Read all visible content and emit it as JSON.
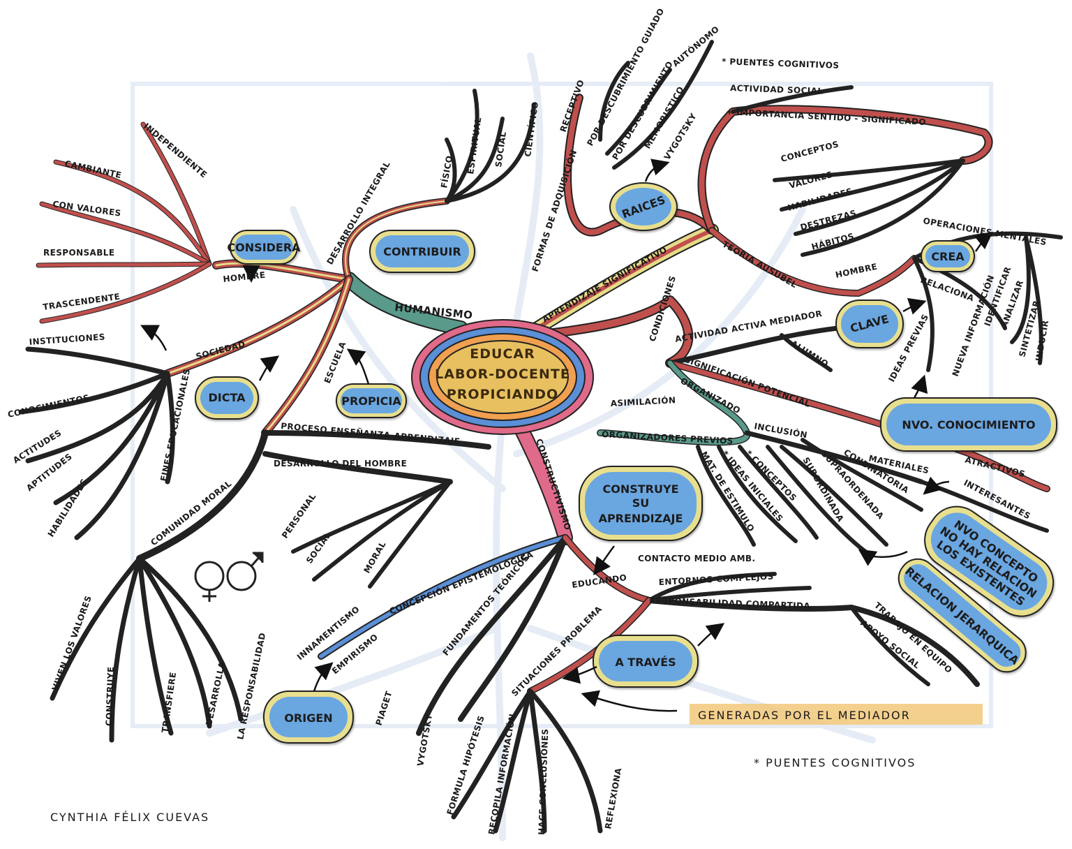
{
  "center": {
    "lines": [
      "EDUCAR",
      "LABOR-DOCENTE",
      "PROPICIANDO"
    ]
  },
  "clouds": {
    "considera": "CONSIDERA",
    "contribuir": "CONTRIBUIR",
    "dicta": "DICTA",
    "propicia": "PROPICIA",
    "raices": "RAICES",
    "crea": "CREA",
    "clave": "CLAVE",
    "nvo_conocimiento": "NVO. CONOCIMIENTO",
    "construye": [
      "CONSTRUYE",
      "SU",
      "APRENDIZAJE"
    ],
    "nvo_concepto": [
      "NVO CONCEPTO",
      "NO HAY RELACION",
      "LOS EXISTENTES"
    ],
    "relacion_jerarquica": "RELACION JERARQUICA",
    "a_traves": "A TRAVÉS",
    "origen": "ORIGEN"
  },
  "left": {
    "hombre": "HOMBRE",
    "humanismo": "HUMANISMO",
    "desarrollo_integral": "DESARROLLO INTEGRAL",
    "fisico": "FÍSICO",
    "espiritual": "ESPIRITUAL",
    "social": "SOCIAL",
    "cientifico": "CIENTÍFICO",
    "independiente": "INDEPENDIENTE",
    "cambiante": "CAMBIANTE",
    "con_valores": "CON VALORES",
    "responsable": "RESPONSABLE",
    "trascendente": "TRASCENDENTE",
    "sociedad": "SOCIEDAD",
    "instituciones": "INSTITUCIONES",
    "conocimientos": "CONOCIMIENTOS",
    "actitudes": "ACTITUDES",
    "aptitudes": "APTITUDES",
    "habilidades": "HABILIDADES",
    "fines": "FINES EDUCACIONALES",
    "escuela": "ESCUELA",
    "proceso": "PROCESO ENSEÑANZA-APRENDIZAJE",
    "desarrollo_hombre": "DESARROLLO DEL HOMBRE",
    "personal": "PERSONAL",
    "social2": "SOCIAL",
    "moral": "MORAL",
    "comunidad_moral": "COMUNIDAD MORAL",
    "viven": "VIVEN LOS VALORES",
    "construye": "CONSTRUYE",
    "transfiere": "TRANSFIERE",
    "desarrolla": "DESARROLLA",
    "la_responsabilidad": "LA RESPONSABILIDAD"
  },
  "top": {
    "aprendizaje_significativo": "APRENDIZAJE SIGNIFICATIVO",
    "formas": "FORMAS DE ADQUISICIÓN",
    "receptivo": "RECEPTIVO",
    "por_descubrimiento_guiado": "POR DESCUBRIMIENTO GUIADO",
    "por_descubrimiento": "POR DESCUBRIMIENTO",
    "autonomo": "AUTÓNOMO",
    "memoristico": "MEMORISTICO",
    "vygotsky": "VYGOTSKY",
    "puentes": "* PUENTES COGNITIVOS",
    "actividad_social": "ACTIVIDAD SOCIAL",
    "importancia": "+ IMPORTANCIA SENTIDO - SIGNIFICADO",
    "conceptos": "CONCEPTOS",
    "valores": "VALORES",
    "habilidades": "HABILIDADES",
    "destrezas": "DESTREZAS",
    "habitos": "HÁBITOS"
  },
  "right": {
    "teoria": "TEORIA AUSUBEL",
    "hombre": "HOMBRE",
    "operaciones": "OPERACIONES MENTALES",
    "identificar": "IDENTIFICAR",
    "analizar": "ANALIZAR",
    "sintetizar": "SINTETIZAR",
    "inducir": "INDUCIR",
    "relaciona": "RELACIONA",
    "nueva_info": "NUEVA INFORMACIÓN",
    "ideas_previas": "IDEAS PREVIAS",
    "condiciones": "CONDICIONES",
    "actividad_activa": "ACTIVIDAD ACTIVA MEDIADOR",
    "alumno": "ALUMNO",
    "significacion": "SIGNIFICACIÓN POTENCIAL",
    "organizado": "ORGANIZADO",
    "asimilacion": "ASIMILACIÓN",
    "organizadores": "ORGANIZADORES PREVIOS",
    "inclusion": "INCLUSIÓN",
    "mat_estimulo": "MAT. DE ESTIMULO",
    "ideas_iniciales": "* IDEAS INICIALES",
    "conceptos2": "* CONCEPTOS",
    "subordinada": "SUBORDINADA",
    "supraordenada": "SUPRAORDENADA",
    "combinatoria": "CONBINATORIA",
    "materiales": "MATERIALES",
    "atractivos": "ATRACTIVOS",
    "interesantes": "INTERESANTES"
  },
  "bottom": {
    "constructivismo": "CONSTRUCTIVISMO",
    "concepcion": "CONCEPCIÓN EPISTEMOLÓGICA",
    "innamentismo": "INNAMENTISMO",
    "empirismo": "EMPIRISMO",
    "fundamentos": "FUNDAMENTOS TEÓRICOS",
    "piaget": "PIAGET",
    "vygotsky": "VYGOTSKY",
    "educando": "EDUCANDO",
    "contacto": "CONTACTO MEDIO AMB.",
    "entornos": "ENTORNOS COMPLEJOS",
    "responsabilidad": "RESPONSABILIDAD COMPARTIDA",
    "trabajo": "TRABAJO EN EQUIPO",
    "apoyo": "APOYO SOCIAL",
    "situaciones": "SITUACIONES PROBLEMA",
    "formula": "FORMULA HIPÓTESIS",
    "recopila": "RECOPILA INFORMACIÓN",
    "hace": "HACE CONCLUSIONES",
    "reflexiona": "REFLEXIONA"
  },
  "footer": {
    "generadas": "GENERADAS POR EL MEDIADOR",
    "puentes": "* PUENTES COGNITIVOS",
    "author": "CYNTHIA FÉLIX CUEVAS"
  },
  "colors": {
    "branch_red": "#c0504d",
    "branch_yellow": "#e6dc8a",
    "branch_teal": "#5a9a8a",
    "cloud_fill": "#6aa6e0",
    "cloud_rim": "#e8df8e",
    "center_pink": "#e06a8a",
    "center_blue": "#5b8fd6",
    "center_orange": "#f0a050",
    "center_yellow": "#e8c060",
    "highlight": "#f2c87a"
  },
  "icons": [
    "female-symbol-icon",
    "male-symbol-icon"
  ]
}
